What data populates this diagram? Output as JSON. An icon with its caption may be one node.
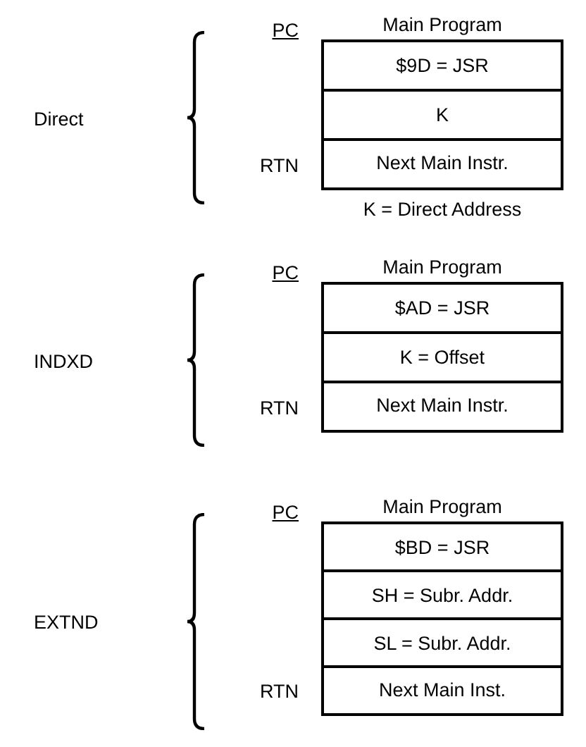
{
  "diagram": {
    "nodes": [
      {
        "text": [
          "Main Program"
        ],
        "beside": [
          "K = Direct Address"
        ]
      },
      {
        "text": [
          "$9D = JSR"
        ],
        "in": 0
      },
      {
        "text": [
          "K"
        ],
        "in": 0
      },
      {
        "text": [
          "Next Main Instr."
        ],
        "in": 0
      },
      {
        "text": [
          "Main Program"
        ]
      },
      {
        "text": [
          "$AD = JSR"
        ],
        "in": 4
      },
      {
        "text": [
          "K = Offset"
        ],
        "in": 4
      },
      {
        "text": [
          "Next Main Instr."
        ],
        "in": 4
      },
      {
        "text": [
          "Main Program"
        ]
      },
      {
        "text": [
          "$BD = JSR"
        ],
        "in": 8
      },
      {
        "text": [
          "SH = Subr. Addr."
        ],
        "in": 8
      },
      {
        "text": [
          "SL = Subr. Addr."
        ],
        "in": 8
      },
      {
        "text": [
          "Next Main Inst."
        ],
        "in": 8
      }
    ],
    "labels": [
      "PC",
      "Direct",
      "RTN",
      "PC",
      "INDXD",
      "RTN",
      "PC",
      "EXTND",
      "RTN"
    ]
  }
}
